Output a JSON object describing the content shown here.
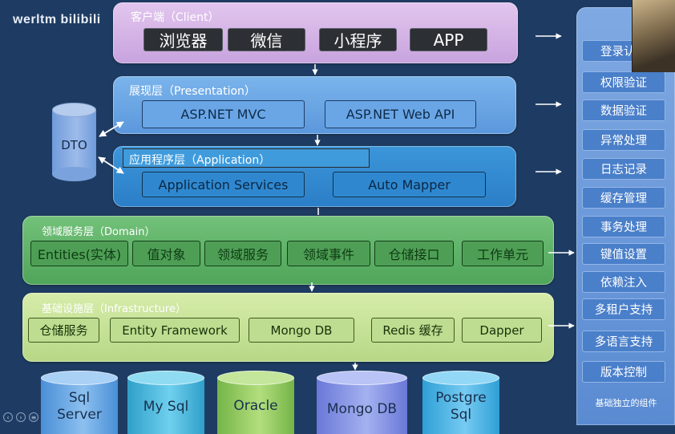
{
  "watermark": "werltm bilibili",
  "client": {
    "title": "客户端（Client）",
    "items": [
      "浏览器",
      "微信",
      "小程序",
      "APP"
    ]
  },
  "presentation": {
    "title": "展现层（Presentation）",
    "items": [
      "ASP.NET MVC",
      "ASP.NET Web API"
    ]
  },
  "application": {
    "title": "应用程序层（Application）",
    "items": [
      "Application Services",
      "Auto Mapper"
    ]
  },
  "domain": {
    "title": "领域服务层（Domain）",
    "items": [
      "Entities(实体)",
      "值对象",
      "领域服务",
      "领域事件",
      "仓储接口",
      "工作单元"
    ]
  },
  "infrastructure": {
    "title": "基础设施层（Infrastructure）",
    "items": [
      "仓储服务",
      "Entity Framework",
      "Mongo DB",
      "Redis 缓存",
      "Dapper"
    ]
  },
  "dto": {
    "label": "DTO"
  },
  "cross_cutting": {
    "items": [
      "登录认证",
      "权限验证",
      "数据验证",
      "异常处理",
      "日志记录",
      "缓存管理",
      "事务处理",
      "键值设置",
      "依赖注入",
      "多租户支持",
      "多语言支持",
      "版本控制"
    ],
    "footer": "基础独立的组件"
  },
  "databases": [
    {
      "line1": "Sql",
      "line2": "Server"
    },
    {
      "line1": "My Sql",
      "line2": ""
    },
    {
      "line1": "Oracle",
      "line2": ""
    },
    {
      "line1": "Mongo DB",
      "line2": ""
    },
    {
      "line1": "Postgre",
      "line2": "Sql"
    }
  ],
  "colors": {
    "background": "#1e3c63",
    "client": "#d4b5e6",
    "presentation": "#6ea8e8",
    "application": "#3590d4",
    "domain": "#62b46c",
    "infrastructure": "#c8e49a",
    "cross_cutting": "#6f9cdc"
  }
}
